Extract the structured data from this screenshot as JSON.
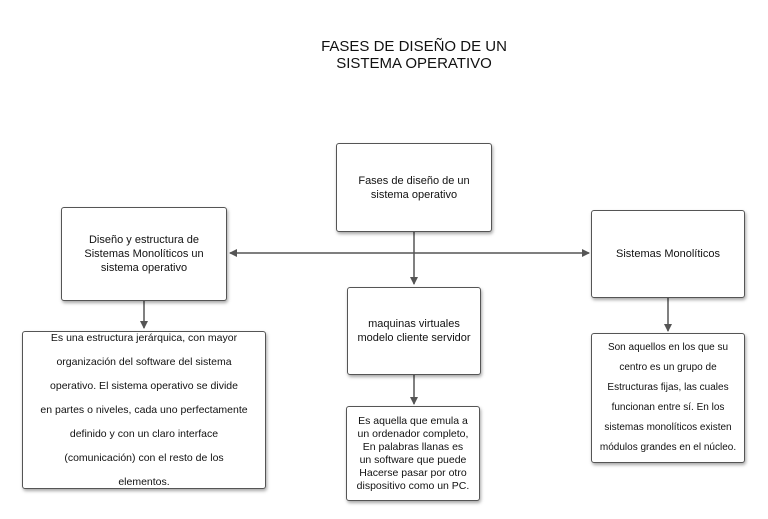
{
  "title": {
    "line1": "FASES DE DISEÑO DE UN",
    "line2": "SISTEMA OPERATIVO"
  },
  "nodes": {
    "root": [
      "Fases de diseño de un",
      "sistema operativo"
    ],
    "left": [
      "Diseño y estructura de",
      "Sistemas Monolíticos  un",
      "sistema operativo"
    ],
    "middle": [
      "maquinas virtuales",
      "modelo cliente servidor"
    ],
    "right": [
      "Sistemas Monolíticos"
    ],
    "left_desc": [
      "Es una estructura jerárquica, con mayor",
      "organización del software del sistema",
      "operativo. El sistema operativo se divide",
      "en partes o niveles, cada uno perfectamente",
      "definido y con un claro interface",
      "(comunicación) con el resto de los",
      "elementos."
    ],
    "middle_desc": [
      "Es aquella que emula a",
      "un ordenador completo,",
      "En palabras llanas es",
      "un software que puede",
      "Hacerse pasar por otro",
      "dispositivo como un PC."
    ],
    "right_desc": [
      "Son aquellos en los que su",
      "centro es un grupo de",
      "Estructuras fijas, las cuales",
      "funcionan entre sí. En los",
      "sistemas monolíticos existen",
      "módulos grandes en el núcleo."
    ]
  },
  "colors": {
    "line": "#555555",
    "border": "#555555"
  }
}
